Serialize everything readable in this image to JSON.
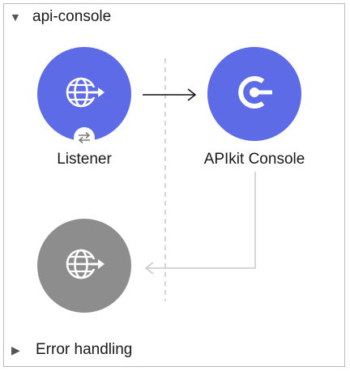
{
  "flow": {
    "name": "api-console",
    "collapse_icon": "triangle-down-icon"
  },
  "nodes": {
    "listener": {
      "label": "Listener",
      "icon": "globe-arrow-icon",
      "badge_icon": "swap-arrows-icon",
      "color": "#5e6be6"
    },
    "apikit_console": {
      "label": "APIkit Console",
      "icon": "apikit-console-icon",
      "color": "#5e6be6"
    },
    "response": {
      "label": "",
      "icon": "globe-arrow-icon",
      "color": "#8d8d8d"
    }
  },
  "error_handling": {
    "label": "Error handling",
    "expand_icon": "triangle-right-icon"
  },
  "colors": {
    "accent": "#5e6be6",
    "inactive": "#8d8d8d",
    "flow_arrow": "#111111",
    "return_arrow": "#c8c8c8",
    "divider": "#c8c8c8"
  }
}
